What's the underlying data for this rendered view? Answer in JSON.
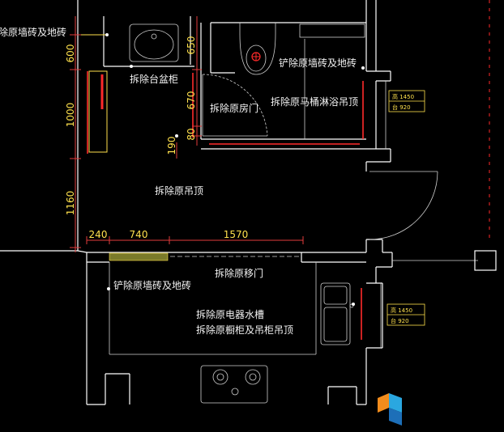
{
  "labels": {
    "wall_tile_top_left": "除原墙砖及地砖",
    "remove_basin_cabinet": "拆除台盆柜",
    "remove_room_door": "拆除原房门",
    "shovel_wall_tile": "铲除原墙砖及地砖",
    "remove_toilet_shower_ceiling": "拆除原马桶淋浴吊顶",
    "remove_ceiling": "拆除原吊顶",
    "remove_sliding_door": "拆除原移门",
    "shovel_kitchen_tile": "铲除原墙砖及地砖",
    "remove_appliances_sink": "拆除原电器水槽",
    "remove_cabinets_ceiling": "拆除原橱柜及吊柜吊顶"
  },
  "dimensions": {
    "v600": "600",
    "v1000": "1000",
    "v1160": "1160",
    "v650": "650",
    "v670": "670",
    "v80": "80",
    "v190": "190",
    "h240": "240",
    "h740": "740",
    "h1570": "1570"
  },
  "window_tags": {
    "upper": {
      "height_text": "高 1450",
      "sill_text": "台 920"
    },
    "lower": {
      "height_text": "高 1450",
      "sill_text": "台 920"
    }
  },
  "colors": {
    "background": "#000000",
    "wall": "#ffffff",
    "dimension": "#e23b3b",
    "dimension_text": "#ffe14d",
    "label_text": "#f2f2f2"
  },
  "logo": {
    "name": "watermark-logo"
  }
}
